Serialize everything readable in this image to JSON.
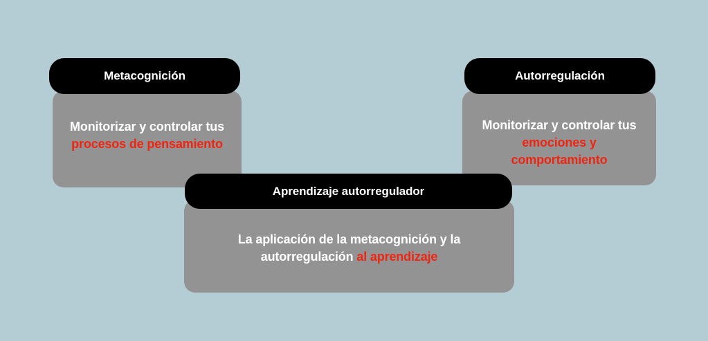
{
  "background_color": "#b4cdd4",
  "palette": {
    "header_bg": "#000000",
    "body_bg": "#939393",
    "text": "#ffffff",
    "accent": "#ef2512"
  },
  "diagram": {
    "type": "three-box concept diagram",
    "cards": [
      {
        "id": "metacognicion",
        "title": "Metacognición",
        "body_plain": "Monitorizar y controlar tus procesos de pensamiento",
        "body_line_1_white": "Monitorizar y controlar tus",
        "body_line_2_accent": "procesos de pensamiento"
      },
      {
        "id": "autorregulacion",
        "title": "Autorregulación",
        "body_plain": "Monitorizar y controlar tus emociones y comportamiento",
        "body_line_1_white": "Monitorizar y controlar tus",
        "body_line_2_accent": "emociones y",
        "body_line_3_accent": "comportamiento"
      },
      {
        "id": "aprendizaje",
        "title": "Aprendizaje autorregulador",
        "body_plain": "La aplicación de la metacognición y la autorregulación al aprendizaje",
        "body_line_1_white": "La aplicación de la metacognición y la",
        "body_line_2_white": "autorregulación ",
        "body_line_2_accent": "al aprendizaje"
      }
    ]
  }
}
